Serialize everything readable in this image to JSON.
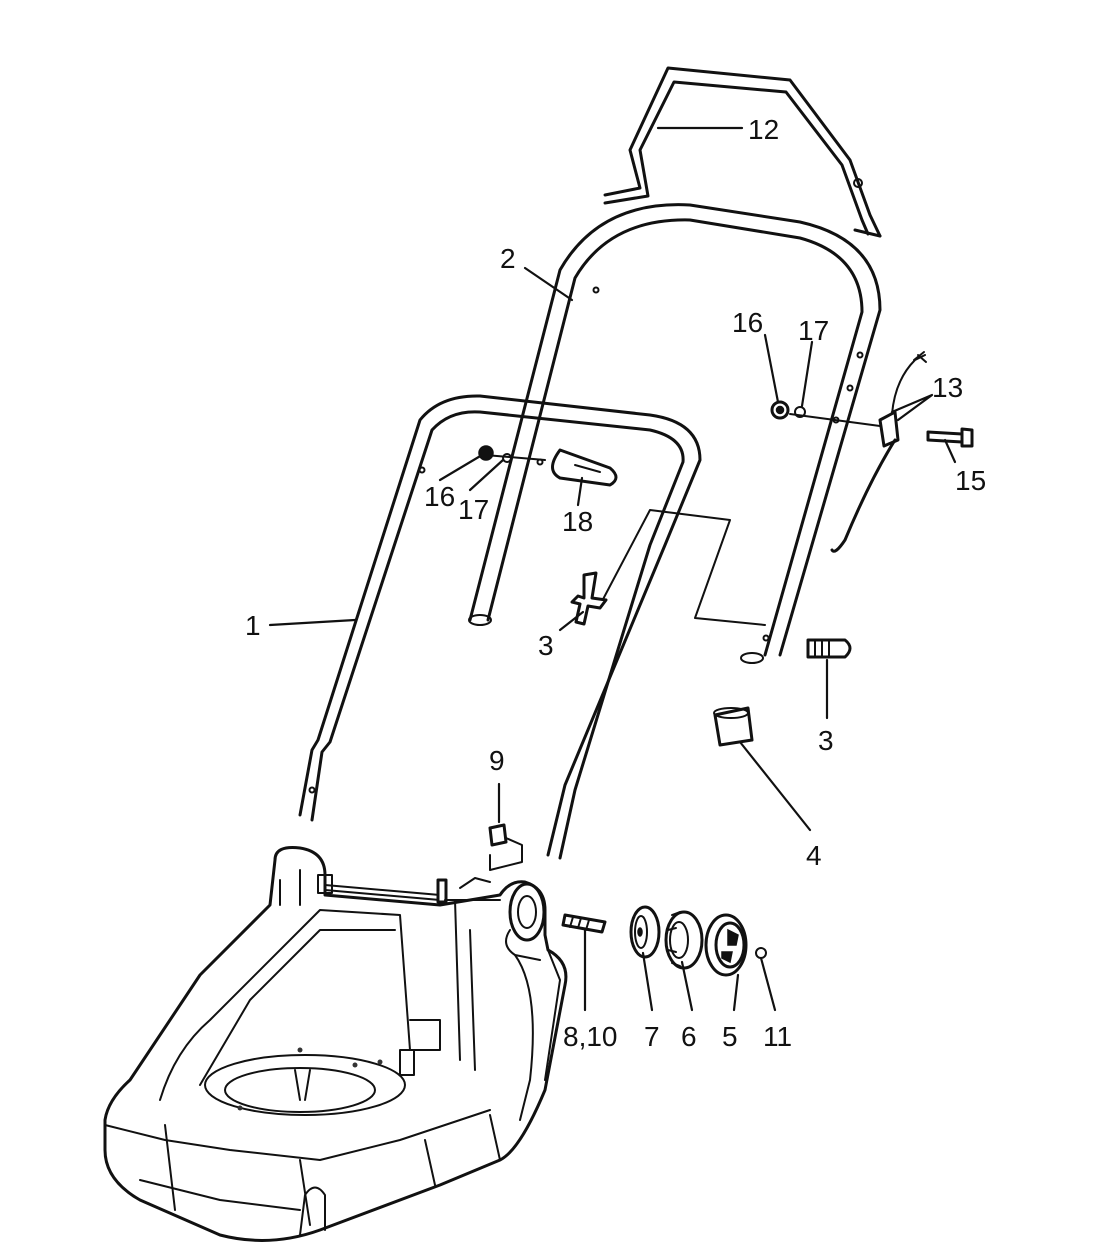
{
  "callouts": {
    "c1": "1",
    "c2": "2",
    "c3a": "3",
    "c3b": "3",
    "c4": "4",
    "c5": "5",
    "c6": "6",
    "c7": "7",
    "c810": "8,10",
    "c9": "9",
    "c11": "11",
    "c12": "12",
    "c13": "13",
    "c15": "15",
    "c16a": "16",
    "c16b": "16",
    "c17a": "17",
    "c17b": "17",
    "c18": "18"
  }
}
